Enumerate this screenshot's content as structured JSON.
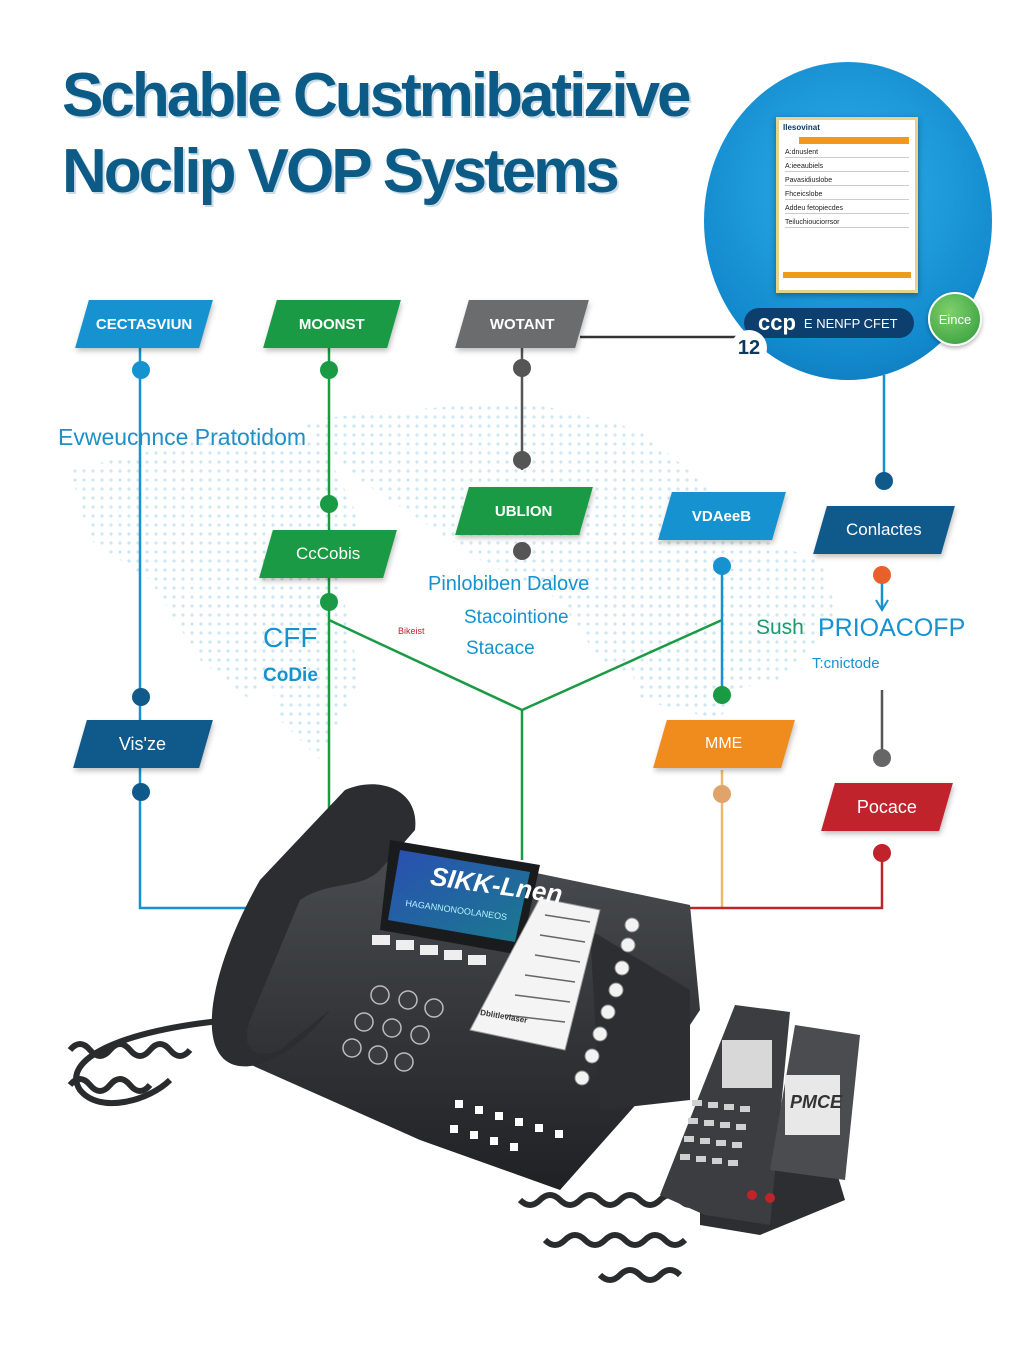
{
  "title": {
    "line1": "Schable Custmibatizive",
    "line2": "Noclip VOP Systems"
  },
  "nodes": {
    "cectasviun": "CECTASVIUN",
    "moonst": "MOONST",
    "wotant": "WOTANT",
    "ublion": "UBLION",
    "cccobis": "CcCobis",
    "vdaeeb": "VDAeeB",
    "conlactes": "Conlactes",
    "visze": "Vis'ze",
    "mme": "MME",
    "pocace": "Pocace"
  },
  "labels": {
    "evwe": "Evweucnnce Pratotidom",
    "cff": "CFF",
    "codie": "CoDie",
    "pinlob": "Pinlobiben Dalove",
    "stacoin": "Stacointione",
    "stacace": "Stacace",
    "sush": "Sush",
    "prioacofp": "PRIOACOFP",
    "tenciode": "T:cnictode",
    "small_red": "Bikeist"
  },
  "callout": {
    "doc_title": "Ilesovinat",
    "rows": [
      "A:dnuslent",
      "A:ieeaubiels",
      "Pavasidiuslobe",
      "Fhceicslobe",
      "Addeu fetopiecdes",
      "Teiluchiouciorrsor"
    ],
    "ccp": "ccp",
    "ccp_text": "E NENFP CFET",
    "badge": "12",
    "eince": "Eince"
  },
  "phone": {
    "screen_line1": "SIKK-Lnen",
    "screen_line2": "HAGANNONOOLANEOS",
    "card_label": "Dblitlevlaser",
    "handset_screen": "PMCE"
  },
  "colors": {
    "title": "#0c5a86",
    "blue": "#1592cf",
    "green": "#1a9a45",
    "gray": "#6a6c6e",
    "navy": "#0f5a8a",
    "orange": "#f08c1e",
    "red": "#c0232b"
  }
}
